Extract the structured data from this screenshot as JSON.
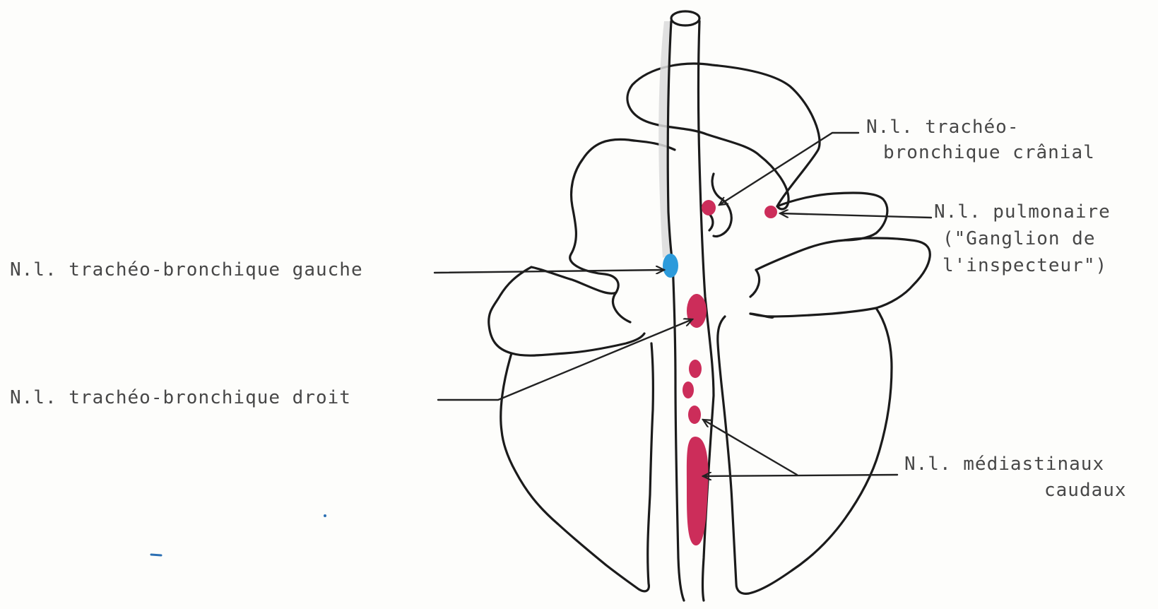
{
  "colors": {
    "red_node": "#cc2d5a",
    "blue_node": "#2d9bdb",
    "outline": "#1b1b1b",
    "label_text": "#474747",
    "trachea_shading": "#dadada"
  },
  "labels": {
    "cranial_line1": "N.l. trachéo-",
    "cranial_line2": "bronchique crânial",
    "pulmonary_line1": "N.l. pulmonaire",
    "pulmonary_line2": "(\"Ganglion de",
    "pulmonary_line3": "l'inspecteur\")",
    "left_tracheobronchial": "N.l. trachéo-bronchique gauche",
    "right_tracheobronchial": "N.l. trachéo-bronchique droit",
    "caudal_mediastinal_line1": "N.l. médiastinaux",
    "caudal_mediastinal_line2": "caudaux"
  }
}
